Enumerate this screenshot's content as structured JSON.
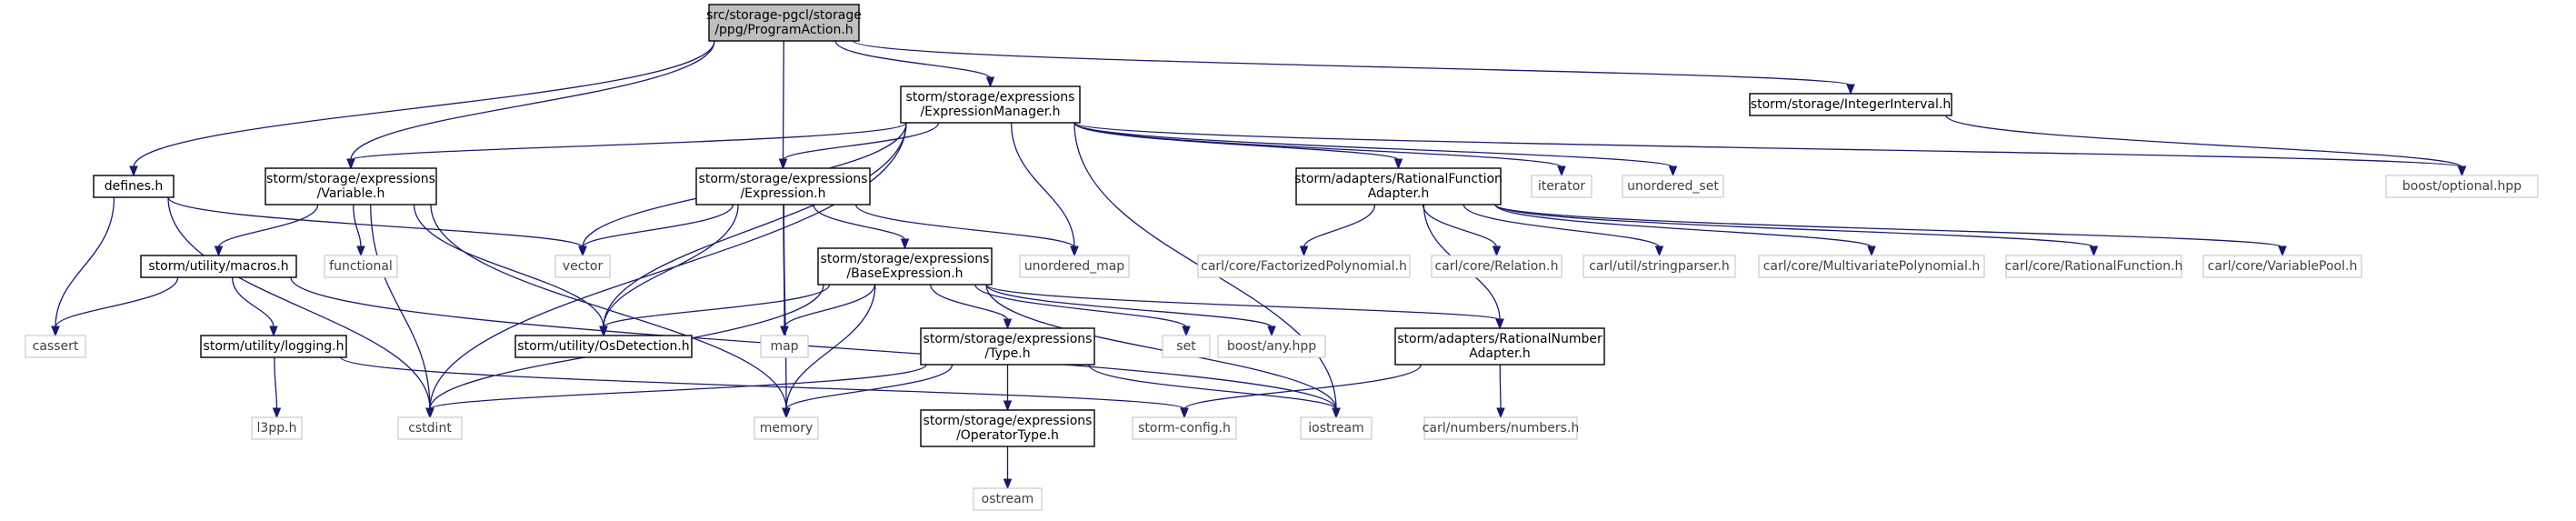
{
  "colors": {
    "edge": "#191970",
    "root_fill": "#bfbfbf",
    "node_border": "#000000",
    "external_border": "#bfbfbf",
    "external_text": "#3f3f3f"
  },
  "nodes": [
    {
      "id": "root",
      "lines": [
        "src/storage-pgcl/storage",
        "/ppg/ProgramAction.h"
      ],
      "kind": "root"
    },
    {
      "id": "defines",
      "lines": [
        "defines.h"
      ],
      "kind": "header"
    },
    {
      "id": "variable",
      "lines": [
        "storm/storage/expressions",
        "/Variable.h"
      ],
      "kind": "header"
    },
    {
      "id": "exprman",
      "lines": [
        "storm/storage/expressions",
        "/ExpressionManager.h"
      ],
      "kind": "header"
    },
    {
      "id": "intinterval",
      "lines": [
        "storm/storage/IntegerInterval.h"
      ],
      "kind": "header"
    },
    {
      "id": "optional",
      "lines": [
        "boost/optional.hpp"
      ],
      "kind": "external"
    },
    {
      "id": "cstdint",
      "lines": [
        "cstdint"
      ],
      "kind": "external"
    },
    {
      "id": "vector",
      "lines": [
        "vector"
      ],
      "kind": "external"
    },
    {
      "id": "expression",
      "lines": [
        "storm/storage/expressions",
        "/Expression.h"
      ],
      "kind": "header"
    },
    {
      "id": "osdetect",
      "lines": [
        "storm/utility/OsDetection.h"
      ],
      "kind": "header"
    },
    {
      "id": "unordered_map",
      "lines": [
        "unordered_map"
      ],
      "kind": "external"
    },
    {
      "id": "memory",
      "lines": [
        "memory"
      ],
      "kind": "external"
    },
    {
      "id": "rfadapter",
      "lines": [
        "storm/adapters/RationalFunction",
        "Adapter.h"
      ],
      "kind": "header"
    },
    {
      "id": "iterator",
      "lines": [
        "iterator"
      ],
      "kind": "external"
    },
    {
      "id": "unordered_set",
      "lines": [
        "unordered_set"
      ],
      "kind": "external"
    },
    {
      "id": "iostream",
      "lines": [
        "iostream"
      ],
      "kind": "external"
    },
    {
      "id": "cassert",
      "lines": [
        "cassert"
      ],
      "kind": "external"
    },
    {
      "id": "macros",
      "lines": [
        "storm/utility/macros.h"
      ],
      "kind": "header"
    },
    {
      "id": "functional",
      "lines": [
        "functional"
      ],
      "kind": "external"
    },
    {
      "id": "logging",
      "lines": [
        "storm/utility/logging.h"
      ],
      "kind": "header"
    },
    {
      "id": "l3pp",
      "lines": [
        "l3pp.h"
      ],
      "kind": "external"
    },
    {
      "id": "stormconfig",
      "lines": [
        "storm-config.h"
      ],
      "kind": "external"
    },
    {
      "id": "map",
      "lines": [
        "map"
      ],
      "kind": "external"
    },
    {
      "id": "baseexpr",
      "lines": [
        "storm/storage/expressions",
        "/BaseExpression.h"
      ],
      "kind": "header"
    },
    {
      "id": "type",
      "lines": [
        "storm/storage/expressions",
        "/Type.h"
      ],
      "kind": "header"
    },
    {
      "id": "optype",
      "lines": [
        "storm/storage/expressions",
        "/OperatorType.h"
      ],
      "kind": "header"
    },
    {
      "id": "ostream",
      "lines": [
        "ostream"
      ],
      "kind": "external"
    },
    {
      "id": "set",
      "lines": [
        "set"
      ],
      "kind": "external"
    },
    {
      "id": "boostany",
      "lines": [
        "boost/any.hpp"
      ],
      "kind": "external"
    },
    {
      "id": "rnadapter",
      "lines": [
        "storm/adapters/RationalNumber",
        "Adapter.h"
      ],
      "kind": "header"
    },
    {
      "id": "numbers",
      "lines": [
        "carl/numbers/numbers.h"
      ],
      "kind": "external"
    },
    {
      "id": "factpoly",
      "lines": [
        "carl/core/FactorizedPolynomial.h"
      ],
      "kind": "external"
    },
    {
      "id": "relation",
      "lines": [
        "carl/core/Relation.h"
      ],
      "kind": "external"
    },
    {
      "id": "stringparser",
      "lines": [
        "carl/util/stringparser.h"
      ],
      "kind": "external"
    },
    {
      "id": "multipoly",
      "lines": [
        "carl/core/MultivariatePolynomial.h"
      ],
      "kind": "external"
    },
    {
      "id": "ratfunc",
      "lines": [
        "carl/core/RationalFunction.h"
      ],
      "kind": "external"
    },
    {
      "id": "varpool",
      "lines": [
        "carl/core/VariablePool.h"
      ],
      "kind": "external"
    }
  ],
  "edges": [
    [
      "root",
      "defines"
    ],
    [
      "root",
      "variable"
    ],
    [
      "root",
      "exprman"
    ],
    [
      "root",
      "expression"
    ],
    [
      "root",
      "intinterval"
    ],
    [
      "defines",
      "cstdint"
    ],
    [
      "defines",
      "vector"
    ],
    [
      "defines",
      "cassert"
    ],
    [
      "variable",
      "macros"
    ],
    [
      "variable",
      "functional"
    ],
    [
      "variable",
      "osdetect"
    ],
    [
      "variable",
      "memory"
    ],
    [
      "variable",
      "cstdint"
    ],
    [
      "exprman",
      "variable"
    ],
    [
      "exprman",
      "expression"
    ],
    [
      "exprman",
      "cstdint"
    ],
    [
      "exprman",
      "vector"
    ],
    [
      "exprman",
      "osdetect"
    ],
    [
      "exprman",
      "unordered_map"
    ],
    [
      "exprman",
      "rfadapter"
    ],
    [
      "exprman",
      "iterator"
    ],
    [
      "exprman",
      "unordered_set"
    ],
    [
      "exprman",
      "optional"
    ],
    [
      "exprman",
      "iostream"
    ],
    [
      "intinterval",
      "optional"
    ],
    [
      "expression",
      "vector"
    ],
    [
      "expression",
      "osdetect"
    ],
    [
      "expression",
      "baseexpr"
    ],
    [
      "expression",
      "map"
    ],
    [
      "expression",
      "unordered_map"
    ],
    [
      "expression",
      "memory"
    ],
    [
      "macros",
      "cassert"
    ],
    [
      "macros",
      "logging"
    ],
    [
      "macros",
      "iostream"
    ],
    [
      "logging",
      "l3pp"
    ],
    [
      "logging",
      "stormconfig"
    ],
    [
      "baseexpr",
      "osdetect"
    ],
    [
      "baseexpr",
      "map"
    ],
    [
      "baseexpr",
      "memory"
    ],
    [
      "baseexpr",
      "cstdint"
    ],
    [
      "baseexpr",
      "type"
    ],
    [
      "baseexpr",
      "set"
    ],
    [
      "baseexpr",
      "boostany"
    ],
    [
      "baseexpr",
      "iostream"
    ],
    [
      "baseexpr",
      "rnadapter"
    ],
    [
      "type",
      "cstdint"
    ],
    [
      "type",
      "memory"
    ],
    [
      "type",
      "optype"
    ],
    [
      "type",
      "iostream"
    ],
    [
      "optype",
      "ostream"
    ],
    [
      "rfadapter",
      "rnadapter"
    ],
    [
      "rfadapter",
      "factpoly"
    ],
    [
      "rfadapter",
      "relation"
    ],
    [
      "rfadapter",
      "stringparser"
    ],
    [
      "rfadapter",
      "multipoly"
    ],
    [
      "rfadapter",
      "ratfunc"
    ],
    [
      "rfadapter",
      "varpool"
    ],
    [
      "rnadapter",
      "stormconfig"
    ],
    [
      "rnadapter",
      "numbers"
    ]
  ]
}
